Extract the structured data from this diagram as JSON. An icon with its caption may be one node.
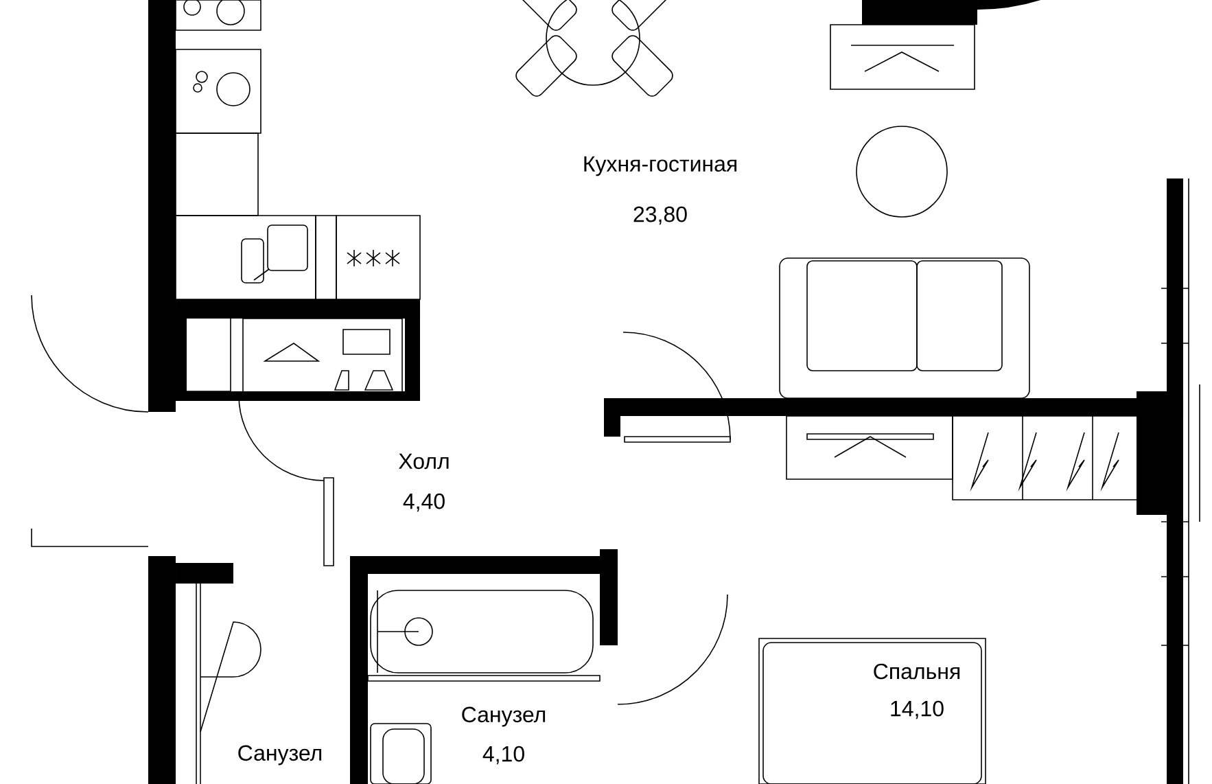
{
  "diagram": {
    "labels": [
      "Кухня-гостиная",
      "23,80",
      "Холл",
      "4,40",
      "Спальня",
      "14,10",
      "Санузел",
      "4,10",
      "Санузел"
    ]
  }
}
